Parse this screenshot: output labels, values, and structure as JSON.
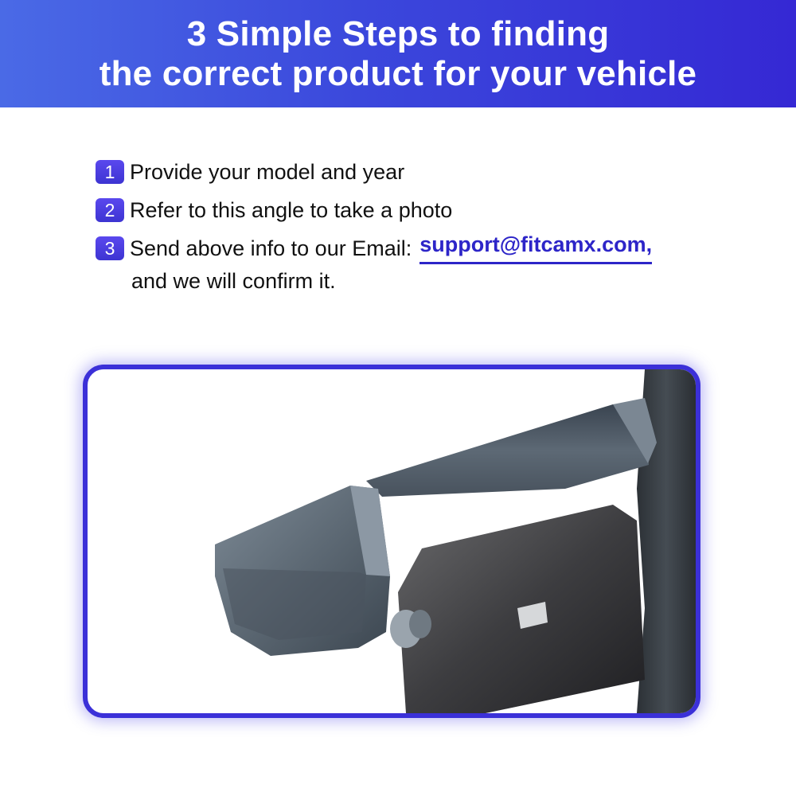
{
  "banner": {
    "line1": "3 Simple Steps to finding",
    "line2": "the correct product for your vehicle"
  },
  "steps": [
    {
      "number": "1",
      "text": "Provide your model and year"
    },
    {
      "number": "2",
      "text": "Refer to this angle to take a photo"
    },
    {
      "number": "3",
      "text": "Send above info to our Email:",
      "email": "support@fitcamx.com,",
      "continuation": "and we will confirm it."
    }
  ],
  "colors": {
    "banner_start": "#4a6ae6",
    "banner_end": "#3528d4",
    "accent": "#3b30d8",
    "email": "#2d25c8"
  }
}
